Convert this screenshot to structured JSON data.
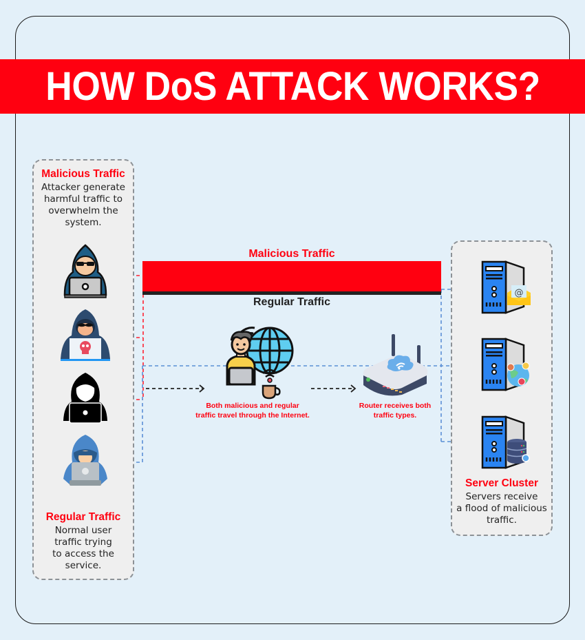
{
  "title": "HOW DoS ATTACK WORKS?",
  "colors": {
    "accent": "#ff0010",
    "background": "#e3f0f9",
    "panel": "#efefef",
    "regular_line": "#5b8fd6",
    "malicious_line": "#ff2030",
    "dark": "#222222"
  },
  "left_panel": {
    "malicious": {
      "title": "Malicious Traffic",
      "description": "Attacker generate harmful traffic to overwhelm the system."
    },
    "attackers": [
      {
        "icon": "hacker-glasses-icon",
        "type": "malicious"
      },
      {
        "icon": "hacker-skull-laptop-icon",
        "type": "malicious"
      },
      {
        "icon": "hacker-black-silhouette-icon",
        "type": "malicious"
      },
      {
        "icon": "regular-user-hoodie-icon",
        "type": "regular"
      }
    ],
    "regular": {
      "title": "Regular Traffic",
      "description": "Normal user traffic trying to access the service."
    }
  },
  "traffic_bar": {
    "malicious_label": "Malicious Traffic",
    "regular_label": "Regular Traffic"
  },
  "internet": {
    "icon": "internet-user-globe-icon",
    "caption_line1": "Both malicious and regular",
    "caption_line2": "traffic travel through the Internet."
  },
  "router": {
    "icon": "router-icon",
    "caption_line1": "Router receives both",
    "caption_line2": "traffic types."
  },
  "right_panel": {
    "servers": [
      {
        "icon": "email-server-icon"
      },
      {
        "icon": "social-server-icon"
      },
      {
        "icon": "database-server-icon"
      }
    ],
    "title": "Server Cluster",
    "description_line1": "Servers receive",
    "description_line2": "a flood of malicious",
    "description_line3": "traffic."
  }
}
